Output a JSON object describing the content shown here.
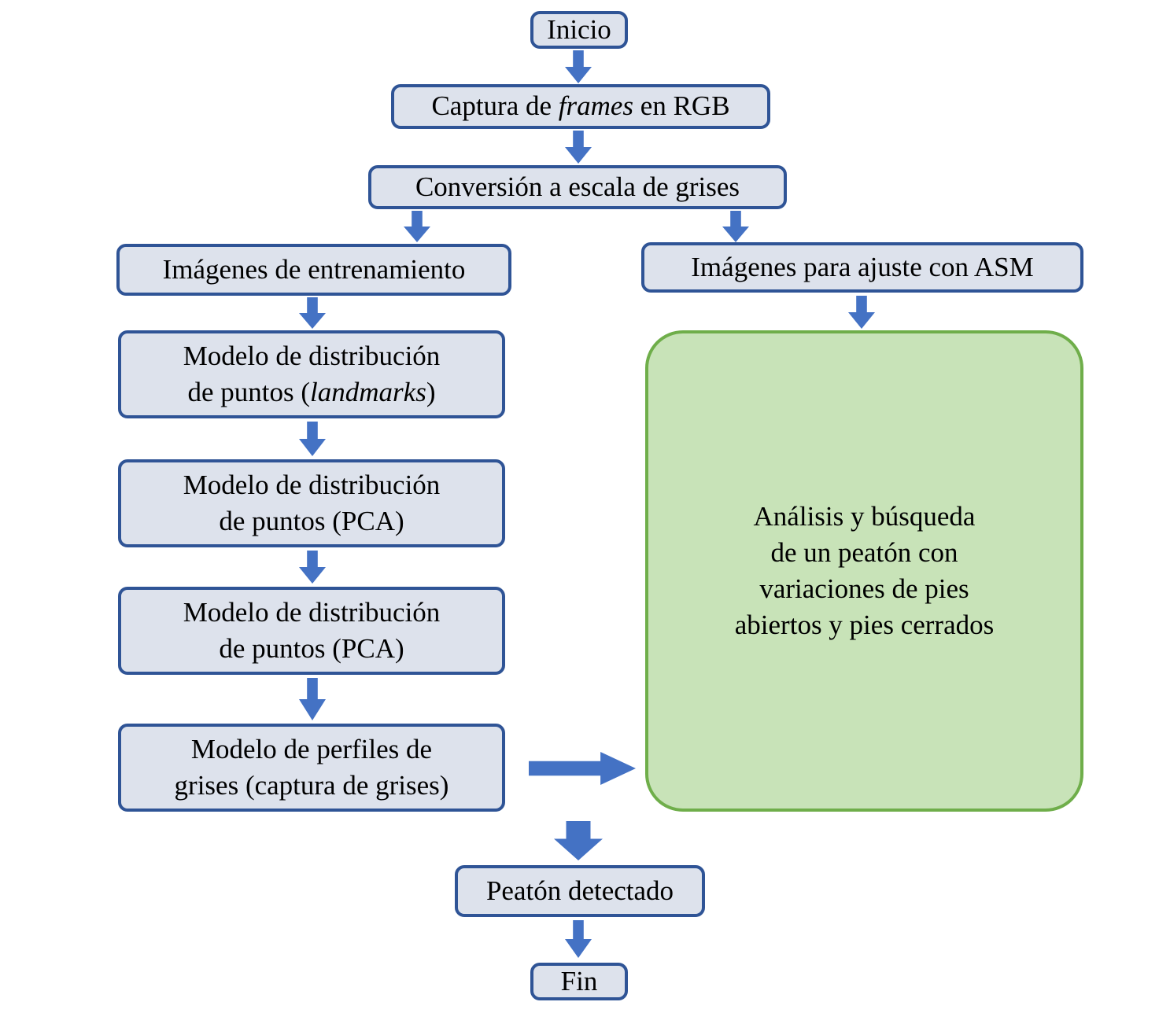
{
  "colors": {
    "box_fill": "#dde2ec",
    "box_border": "#2f5496",
    "green_fill": "#c8e3b8",
    "green_border": "#6fae4a",
    "arrow": "#4472c4",
    "text": "#000000"
  },
  "nodes": {
    "inicio": {
      "label": "Inicio"
    },
    "captura": {
      "prefix": "Captura de ",
      "emphasis": "frames",
      "suffix": " en RGB"
    },
    "conversion": {
      "label": "Conversión a escala de grises"
    },
    "entrenamiento": {
      "label": "Imágenes de entrenamiento"
    },
    "ajuste": {
      "label": "Imágenes para ajuste con ASM"
    },
    "landmarks": {
      "line1": "Modelo de distribución",
      "line2_prefix": "de puntos (",
      "emphasis": "landmarks",
      "line2_suffix": ")"
    },
    "pca1": {
      "line1": "Modelo de distribución",
      "line2": "de puntos (PCA)"
    },
    "pca2": {
      "line1": "Modelo de distribución",
      "line2": "de puntos (PCA)"
    },
    "perfiles": {
      "line1": "Modelo de perfiles de",
      "line2": "grises (captura de grises)"
    },
    "analisis": {
      "line1": "Análisis y búsqueda",
      "line2": "de un peatón con",
      "line3": "variaciones de pies",
      "line4": "abiertos y pies cerrados"
    },
    "peaton": {
      "label": "Peatón detectado"
    },
    "fin": {
      "label": "Fin"
    }
  }
}
